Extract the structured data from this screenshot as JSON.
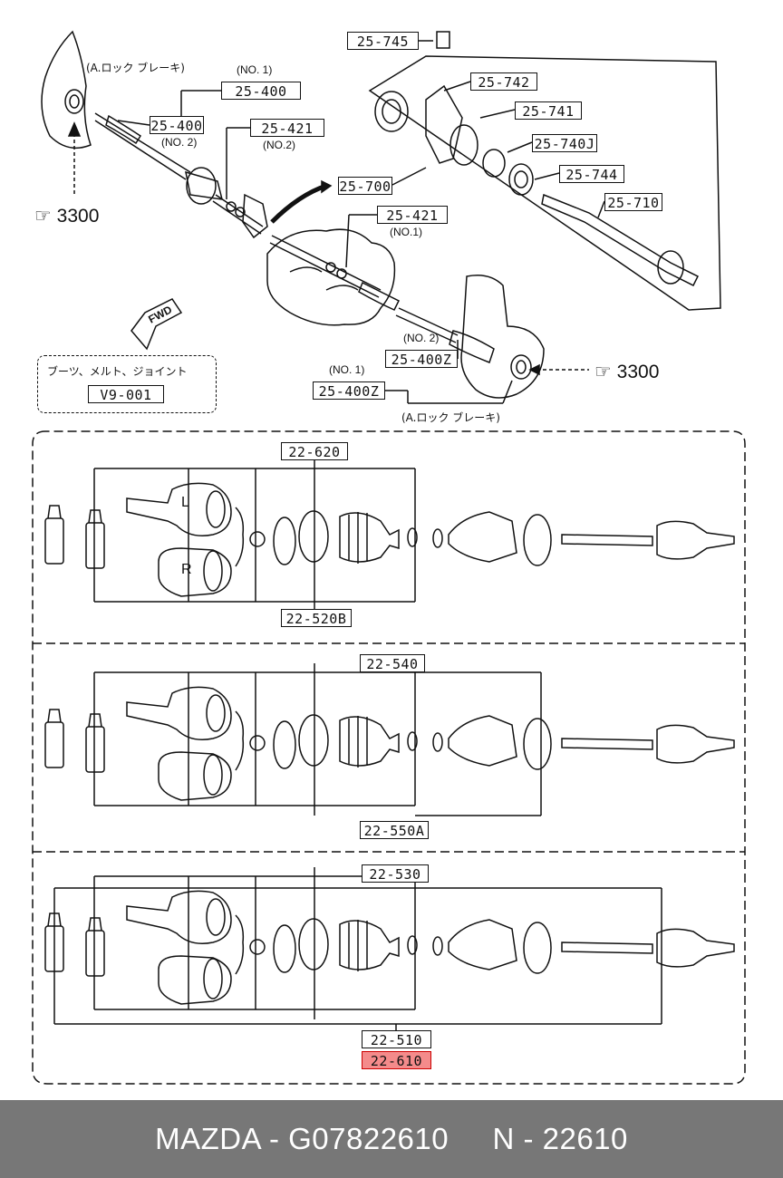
{
  "callouts": {
    "c25745": "25-745",
    "c25742": "25-742",
    "c25741": "25-741",
    "c25740J": "25-740J",
    "c25744": "25-744",
    "c25700": "25-700",
    "c25710": "25-710",
    "c25400_no1": "25-400",
    "c25400_no2": "25-400",
    "c25421_no2": "25-421",
    "c25421_no1": "25-421",
    "c25400Z_no2": "25-400Z",
    "c25400Z_no1": "25-400Z",
    "cV9001": "V9-001",
    "c22620": "22-620",
    "c22520B": "22-520B",
    "c22540": "22-540",
    "c22550A": "22-550A",
    "c22530": "22-530",
    "c22510": "22-510",
    "c22610": "22-610"
  },
  "notes": {
    "no1_a": "(NO. 1)",
    "no2_a": "(NO. 2)",
    "no2_b": "(NO.2)",
    "no1_b": "(NO.1)",
    "no2_c": "(NO. 2)",
    "no1_c": "(NO. 1)"
  },
  "lock_brake_top": "(A.ロック ブレーキ)",
  "lock_brake_bottom": "(A.ロック ブレーキ)",
  "boot_note": "ブーツ、メルト、ジョイント",
  "ref_3300_left": "☞ 3300",
  "ref_3300_right": "☞ 3300",
  "fwd_label": "FWD",
  "joint_left": "L",
  "joint_right": "R",
  "footer": "MAZDA - G07822610     N - 22610",
  "colors": {
    "highlight": "#f48b8b",
    "footer_bg": "#777777",
    "line": "#111111"
  }
}
